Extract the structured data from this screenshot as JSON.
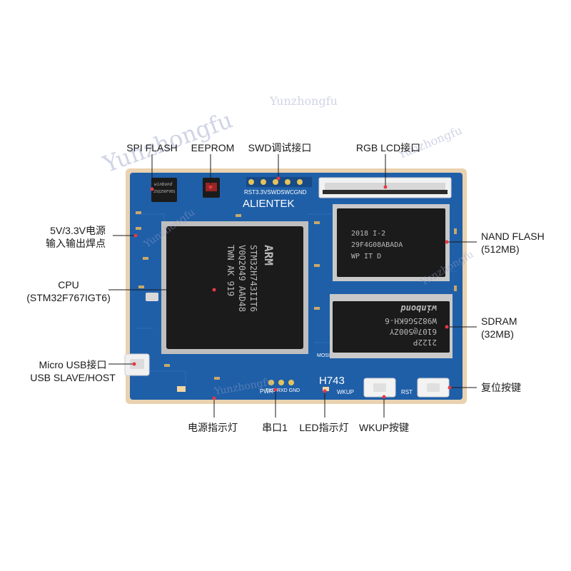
{
  "watermark": "Yunzhongfu",
  "labels": {
    "spi_flash": "SPI FLASH",
    "eeprom": "EEPROM",
    "swd": "SWD调试接口",
    "rgb_lcd": "RGB LCD接口",
    "power_line1": "5V/3.3V电源",
    "power_line2": "输入输出焊点",
    "nand_line1": "NAND FLASH",
    "nand_line2": "(512MB)",
    "cpu_line1": "CPU",
    "cpu_line2": "(STM32F767IGT6)",
    "sdram_line1": "SDRAM",
    "sdram_line2": "(32MB)",
    "usb_line1": "Micro USB接口",
    "usb_line2": "USB SLAVE/HOST",
    "reset_key": "复位按键",
    "power_led": "电源指示灯",
    "uart": "串口1",
    "led": "LED指示灯",
    "wkup_key": "WKUP按键"
  },
  "board": {
    "brand": "ALIENTEK",
    "model": "H743",
    "swd_pins": "RST3.3VSWDSWCGND",
    "uart_pins": "TXD RXD GND",
    "wkup": "WKUP",
    "rst": "RST",
    "pwr": "PWR",
    "mosi": "MOSI",
    "cpu_mark_1": "ARM",
    "cpu_mark_2": "STM32H743IIT6",
    "cpu_mark_3": "V0Q2049 AAD48",
    "cpu_mark_4": "TWN AK 919",
    "nand_mark_1": "2018      I-2",
    "nand_mark_2": "29F4G08ABADA",
    "nand_mark_3": "WP   IT     D",
    "sdram_mark_1": "2122P",
    "sdram_mark_2": "6107@500ZY",
    "sdram_mark_3": "W9825G6KH-6",
    "sdram_brand": "winbond",
    "flash_mark_1": "winbond",
    "flash_mark_2": "25Q256FVEQ",
    "colors": {
      "pcb": "#1f5fa8",
      "pcb_dark": "#174a86",
      "frame": "#e9d2b0",
      "chip": "#1b1b1b",
      "leader": "#e63946"
    }
  }
}
